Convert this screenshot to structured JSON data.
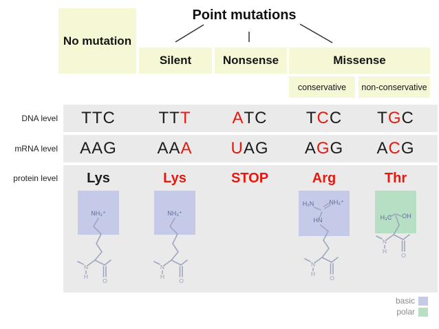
{
  "header": {
    "title": "Point mutations",
    "no_mutation": "No mutation",
    "branches": [
      "Silent",
      "Nonsense",
      "Missense"
    ],
    "missense_subtypes": [
      "conservative",
      "non-conservative"
    ]
  },
  "row_labels": {
    "dna": "DNA level",
    "mrna": "mRNA level",
    "protein": "protein level"
  },
  "columns": [
    {
      "name": "no-mutation",
      "dna": "TTC",
      "dna_red": [],
      "mrna": "AAG",
      "mrna_red": [],
      "protein": "Lys",
      "protein_red": false,
      "structure": "lysine"
    },
    {
      "name": "silent",
      "dna": "TTT",
      "dna_red": [
        2
      ],
      "mrna": "AAA",
      "mrna_red": [
        2
      ],
      "protein": "Lys",
      "protein_red": true,
      "structure": "lysine"
    },
    {
      "name": "nonsense",
      "dna": "ATC",
      "dna_red": [
        0
      ],
      "mrna": "UAG",
      "mrna_red": [
        0
      ],
      "protein": "STOP",
      "protein_red": true,
      "structure": null
    },
    {
      "name": "missense-conservative",
      "dna": "TCC",
      "dna_red": [
        1
      ],
      "mrna": "AGG",
      "mrna_red": [
        1
      ],
      "protein": "Arg",
      "protein_red": true,
      "structure": "arginine"
    },
    {
      "name": "missense-non-conservative",
      "dna": "TGC",
      "dna_red": [
        1
      ],
      "mrna": "ACG",
      "mrna_red": [
        1
      ],
      "protein": "Thr",
      "protein_red": true,
      "structure": "threonine"
    }
  ],
  "structures": {
    "lysine": {
      "amine": "NH₃⁺",
      "n": "N",
      "h": "H",
      "o": "O",
      "class": "basic"
    },
    "arginine": {
      "h2n": "H₂N",
      "nh2": "NH₂⁺",
      "hn": "HN",
      "n": "N",
      "h": "H",
      "o": "O",
      "class": "basic"
    },
    "threonine": {
      "h3c": "H₃C",
      "oh": "OH",
      "n": "N",
      "h": "H",
      "o": "O",
      "class": "polar"
    }
  },
  "legend": [
    {
      "label": "basic",
      "color": "#c6cae9"
    },
    {
      "label": "polar",
      "color": "#b6dfc4"
    }
  ],
  "colors": {
    "highlight_red": "#e8170d",
    "pale_yellow": "#f5f7d5",
    "row_gray": "#eaeaea",
    "basic_fill": "#c6cae9",
    "polar_fill": "#b6dfc4",
    "bond_gray": "#9ea5bd"
  }
}
